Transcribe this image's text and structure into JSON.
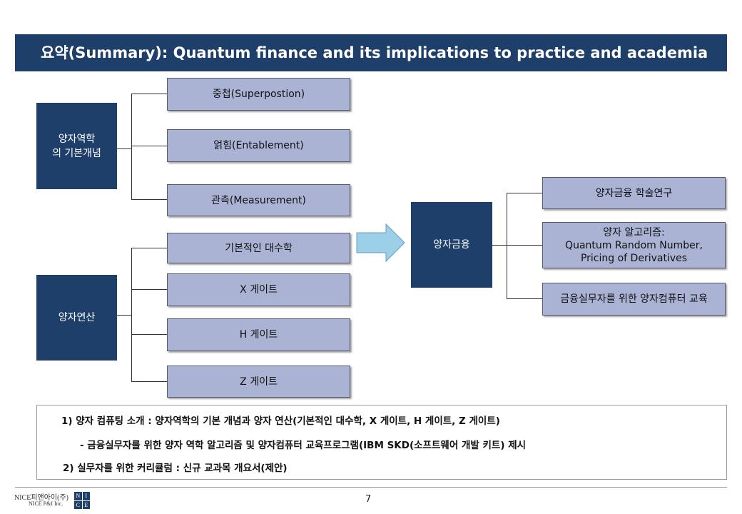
{
  "title": "요약(Summary): Quantum finance and its implications to practice and academia",
  "concepts": {
    "header": "양자역학\n의 기본개념",
    "items": [
      "중첩(Superpostion)",
      "얽힘(Entablement)",
      "관측(Measurement)"
    ]
  },
  "operations": {
    "header": "양자연산",
    "items": [
      "기본적인 대수학",
      "X 게이트",
      "H 게이트",
      "Z 게이트"
    ]
  },
  "finance": {
    "header": "양자금융",
    "items": [
      "양자금융 학술연구",
      "양자 알고리즘:\nQuantum Random Number,\nPricing of Derivatives",
      "금융실무자를 위한 양자컴퓨터 교육"
    ]
  },
  "summary": {
    "line1": "1) 양자 컴퓨팅 소개 : 양자역학의 기본 개념과 양자 연산(기본적인 대수학, X 게이트, H 게이트, Z 게이트)",
    "line2": "- 금융실무자를 위한 양자 역학 알고리즘 및 양자컴퓨터 교육프로그램(IBM SKD(소프트웨어 개발 키트) 제시",
    "line3": "2) 실무자를 위한 커리큘럼 : 신규 교과목 개요서(제안)"
  },
  "footer": {
    "logo_text": "NICE피앤아이(주)",
    "logo_sub": "NICE P&I Inc.",
    "logo_letters": [
      "N",
      "I",
      "C",
      "E"
    ],
    "page": "7"
  },
  "colors": {
    "navy": "#1f3f6b",
    "box": "#aab3d4",
    "arrow": "#9ccfe8"
  }
}
